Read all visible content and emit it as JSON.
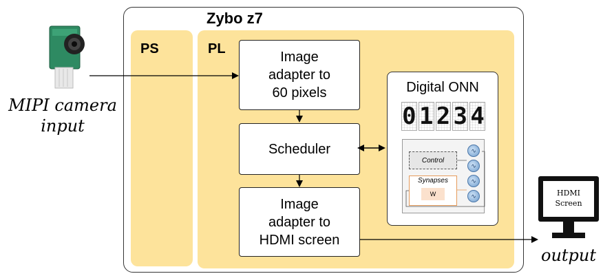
{
  "board": {
    "title": "Zybo z7"
  },
  "ps": {
    "label": "PS"
  },
  "pl": {
    "label": "PL"
  },
  "blocks": {
    "image_adapter_in": "Image\nadapter to\n60 pixels",
    "scheduler": "Scheduler",
    "image_adapter_out": "Image\nadapter to\nHDMI screen"
  },
  "onn": {
    "title": "Digital ONN",
    "digits": [
      "0",
      "1",
      "2",
      "3",
      "4"
    ],
    "control_label": "Control",
    "synapses_label": "Synapses",
    "weight_label": "W",
    "neuron_symbol": "∿"
  },
  "camera": {
    "label": "MIPI camera\ninput",
    "icon": "camera-module-icon"
  },
  "hdmi": {
    "screen_text": "HDMI\nScreen",
    "output_label": "output",
    "icon": "monitor-icon"
  },
  "colors": {
    "fpga_region": "#fde39b",
    "neuron": "#6e9ccc",
    "synapse_border": "#e59a5a"
  }
}
